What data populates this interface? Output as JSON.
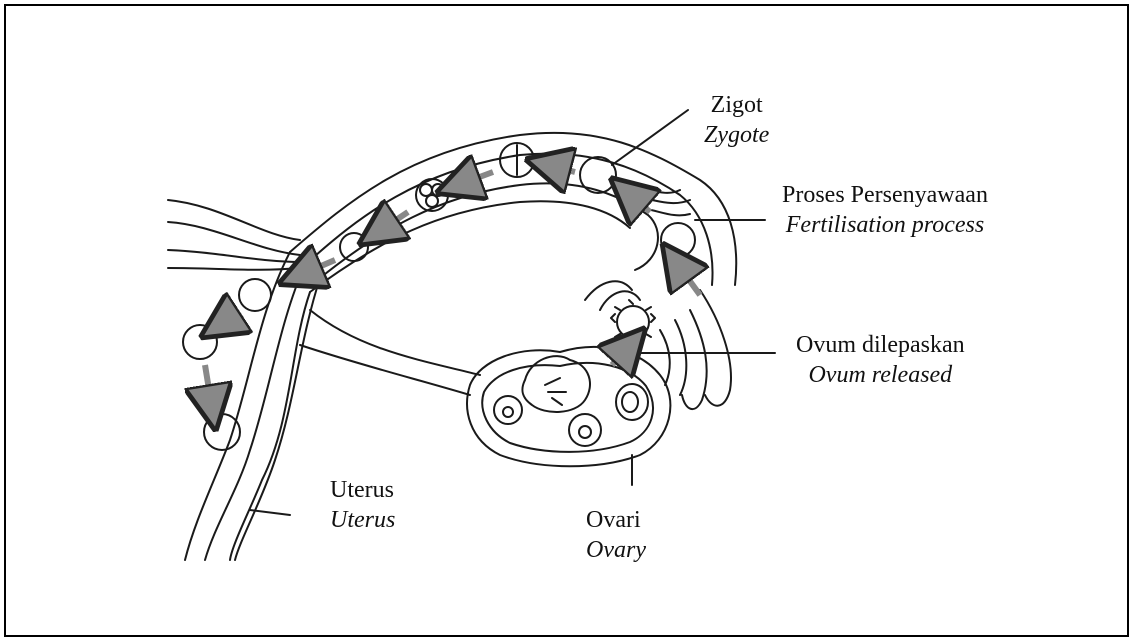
{
  "labels": {
    "zygote": {
      "ms": "Zigot",
      "en": "Zygote"
    },
    "fertilisation": {
      "ms": "Proses Persenyawaan",
      "en": "Fertilisation process"
    },
    "ovum": {
      "ms": "Ovum dilepaskan",
      "en": "Ovum released"
    },
    "uterus": {
      "ms": "Uterus",
      "en": "Uterus"
    },
    "ovary": {
      "ms": "Ovari",
      "en": "Ovary"
    }
  },
  "colors": {
    "line": "#1a1a1a",
    "arrow_fill": "#9a9a9a",
    "frame": "#000000"
  }
}
